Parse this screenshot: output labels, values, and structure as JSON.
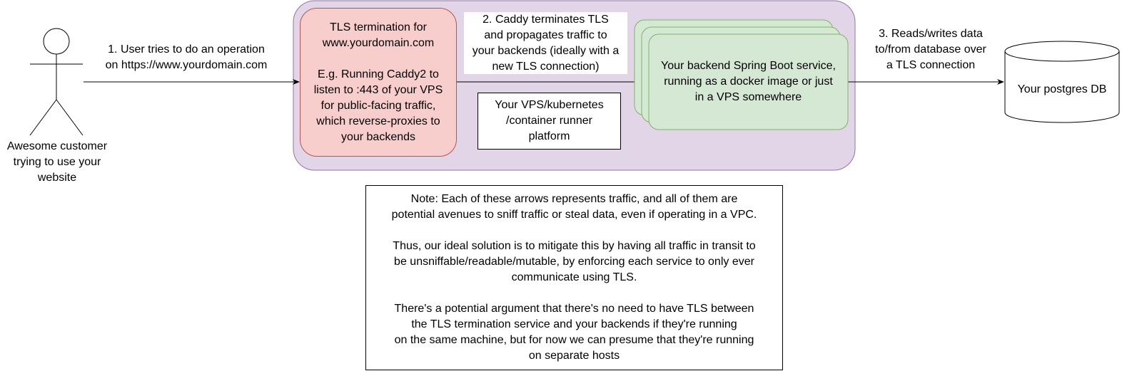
{
  "actor": {
    "label": "Awesome customer\ntrying to use your\nwebsite"
  },
  "edges": {
    "user_to_tls": "1. User tries to do an operation\non https://www.yourdomain.com",
    "tls_to_backend": "2. Caddy terminates TLS\nand propagates traffic to\nyour backends (ideally with a\nnew TLS connection)",
    "backend_to_db": "3. Reads/writes data\nto/from database over\na TLS connection"
  },
  "nodes": {
    "tls_termination": "TLS termination for\nwww.yourdomain.com\n\nE.g. Running Caddy2 to\nlisten to :443 of your VPS\nfor public-facing traffic,\nwhich reverse-proxies to\nyour backends",
    "platform": "Your VPS/kubernetes\n/container runner\nplatform",
    "backend": "Your backend Spring Boot service,\nrunning as a docker image or just\nin a VPS somewhere",
    "database": "Your postgres DB"
  },
  "note": "Note: Each of these arrows represents traffic, and all of them are\npotential avenues to sniff traffic or steal data, even if operating in a VPC.\n\nThus, our ideal solution is to mitigate this by having all traffic in transit to\nbe unsniffable/readable/mutable, by enforcing each service to only ever\ncommunicate using TLS.\n\nThere's a potential argument that there's no need to have TLS between\nthe TLS termination service and your backends if they're running\non the same machine, but for now we can presume that they're running\non separate hosts",
  "colors": {
    "platform_fill": "#e1d5e7",
    "platform_stroke": "#9673a6",
    "tls_fill": "#f8cecc",
    "tls_stroke": "#b85450",
    "backend_fill": "#d5e8d4",
    "backend_stroke": "#82b366"
  }
}
